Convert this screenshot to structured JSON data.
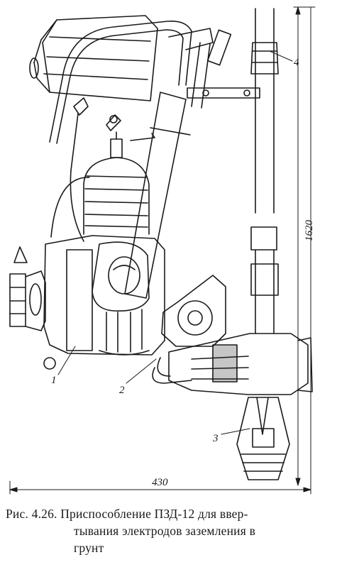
{
  "figure": {
    "labels": {
      "part1": "1",
      "part2": "2",
      "part3": "3",
      "part4": "4"
    },
    "dimensions": {
      "height": "1620",
      "width": "430"
    }
  },
  "caption": {
    "line1": "Рис. 4.26. Приспособление ПЗД-12 для ввер-",
    "line2": "тывания электродов заземления в",
    "line3": "грунт"
  }
}
